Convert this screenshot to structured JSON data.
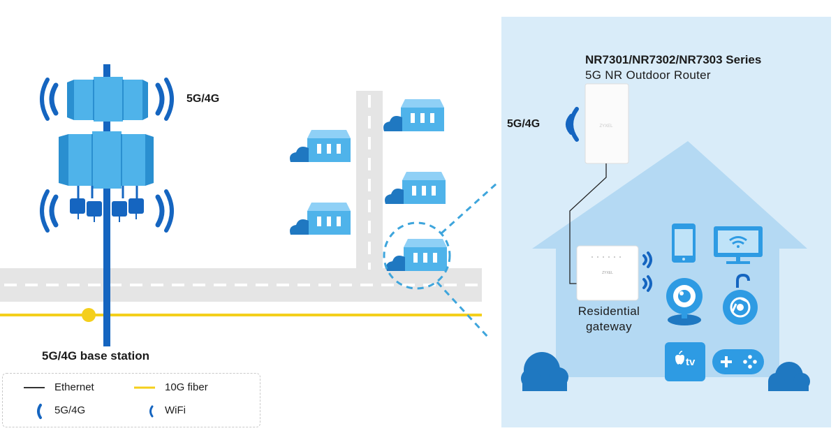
{
  "base_station": {
    "band_label": "5G/4G",
    "caption": "5G/4G base station"
  },
  "router": {
    "title": "NR7301/NR7302/NR7303 Series",
    "subtitle": "5G NR Outdoor Router",
    "band_label": "5G/4G",
    "brand_mark": "ZYXEL"
  },
  "gateway": {
    "caption_line1": "Residential",
    "caption_line2": "gateway",
    "brand_mark": "ZYXEL"
  },
  "devices": {
    "tv_label": "tv"
  },
  "legend": {
    "ethernet": "Ethernet",
    "fiber": "10G fiber",
    "cellular": "5G/4G",
    "wifi": "WiFi"
  },
  "colors": {
    "pole": "#1565c0",
    "antenna": "#4fb3ea",
    "antenna_dark": "#2a8fd0",
    "fiber": "#f4cf1c",
    "road": "#e5e5e5",
    "house_panel": "#d9ecf9",
    "house": "#b4d9f3",
    "cloud": "#1f78c1",
    "icon": "#2e9be3"
  }
}
